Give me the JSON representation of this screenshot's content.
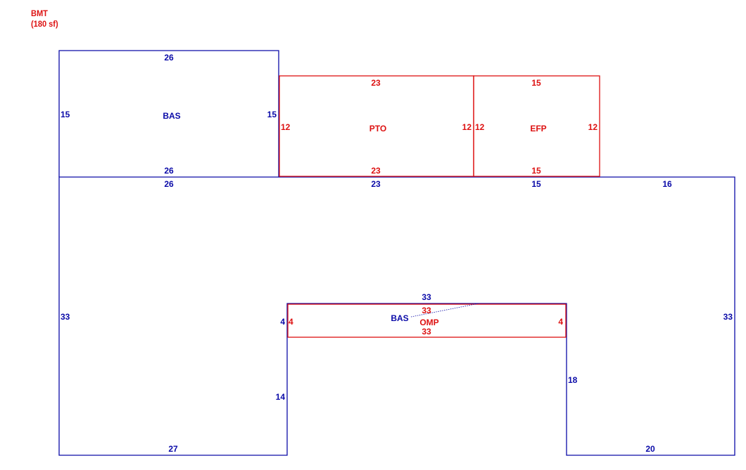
{
  "header": {
    "title": "BMT",
    "area": "(180 sf)"
  },
  "colors": {
    "bas": "#0a0aa8",
    "addition": "#dd1111"
  },
  "areas": {
    "bas_upper": {
      "code": "BAS",
      "sides": {
        "top": "26",
        "bottom": "26",
        "left": "15",
        "right": "15"
      }
    },
    "pto": {
      "code": "PTO",
      "sides": {
        "top": "23",
        "bottom": "23",
        "left": "12",
        "right": "12"
      }
    },
    "efp": {
      "code": "EFP",
      "sides": {
        "top": "15",
        "bottom": "15",
        "left": "12",
        "right": "12"
      }
    },
    "bas_main": {
      "code": "BAS",
      "sides": {
        "top_left": "26",
        "top_mid": "23",
        "top_efp": "15",
        "top_right": "16",
        "left": "33",
        "right": "33",
        "bottom_left": "27",
        "bottom_right": "20",
        "notch_left": "14",
        "notch_right": "18",
        "notch_left_top": "4",
        "notch_top": "33"
      }
    },
    "omp": {
      "code": "OMP",
      "sides": {
        "top": "33",
        "bottom": "33",
        "left": "4",
        "right": "4"
      }
    }
  }
}
